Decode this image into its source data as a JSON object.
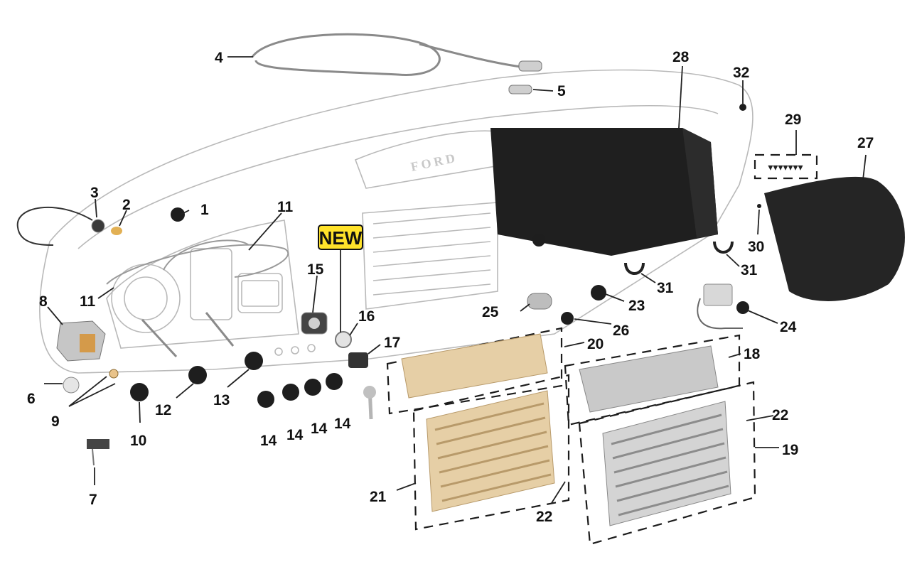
{
  "new_badge": "NEW",
  "dash_emblem": "FORD",
  "colors": {
    "callout": "#111111",
    "outline": "#b9b9b9",
    "new_badge_fill": "#ffe22a",
    "glove_box": "#1f1f1f",
    "tan_trim": "#e6cfa6",
    "chrome": "#c9c9c9"
  },
  "callouts": {
    "c1": "1",
    "c2": "2",
    "c3": "3",
    "c4": "4",
    "c5": "5",
    "c6": "6",
    "c7": "7",
    "c8": "8",
    "c9": "9",
    "c10": "10",
    "c11a": "11",
    "c11b": "11",
    "c12": "12",
    "c13": "13",
    "c14a": "14",
    "c14b": "14",
    "c14c": "14",
    "c14d": "14",
    "c15": "15",
    "c16": "16",
    "c17": "17",
    "c18": "18",
    "c19": "19",
    "c20": "20",
    "c21": "21",
    "c22a": "22",
    "c22b": "22",
    "c23": "23",
    "c24": "24",
    "c25": "25",
    "c26": "26",
    "c27": "27",
    "c28": "28",
    "c29": "29",
    "c30": "30",
    "c31a": "31",
    "c31b": "31",
    "c32": "32"
  }
}
